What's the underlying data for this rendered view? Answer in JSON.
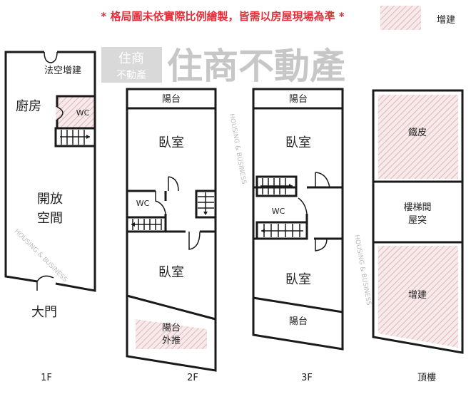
{
  "header": {
    "notice": "* 格局圖未依實際比例繪製，皆需以房屋現場為準 *",
    "legend_label": "增建"
  },
  "colors": {
    "notice": "#e0303a",
    "hatch": "#e8b8bc",
    "wall": "#1a1a1a"
  },
  "watermark": {
    "text": "住商不動產",
    "logo_top": "住商",
    "logo_bottom": "不動產",
    "diagonal": "HOUSING & BUSINESS"
  },
  "floors": {
    "f1": {
      "label": "1F",
      "rooms": {
        "addition": "法空增建",
        "kitchen": "廚房",
        "wc": "WC",
        "open1": "開放",
        "open2": "空間",
        "door": "大門"
      }
    },
    "f2": {
      "label": "2F",
      "rooms": {
        "balcony": "陽台",
        "bedroom1": "臥室",
        "wc": "WC",
        "bedroom2": "臥室",
        "balcony_out1": "陽台",
        "balcony_out2": "外推"
      }
    },
    "f3": {
      "label": "3F",
      "rooms": {
        "balcony_top": "陽台",
        "bedroom1": "臥室",
        "wc": "WC",
        "bedroom2": "臥室",
        "balcony_bottom": "陽台"
      }
    },
    "roof": {
      "label": "頂樓",
      "rooms": {
        "iron": "鐵皮",
        "stair1": "樓梯間",
        "stair2": "屋突",
        "addition": "增建"
      }
    }
  }
}
